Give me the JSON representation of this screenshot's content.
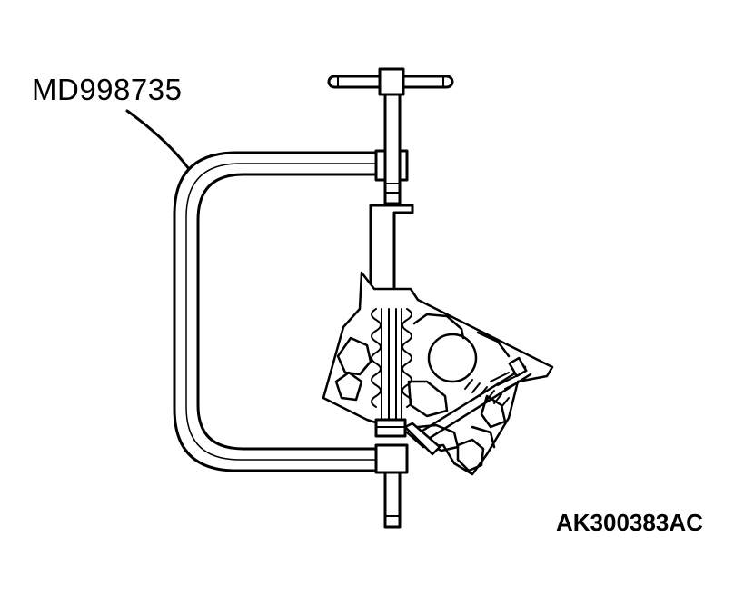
{
  "diagram": {
    "part_number": "MD998735",
    "figure_code": "AK300383AC",
    "line_color": "#000000",
    "background_color": "#ffffff",
    "icon": "valve-spring-compressor-c-clamp"
  }
}
